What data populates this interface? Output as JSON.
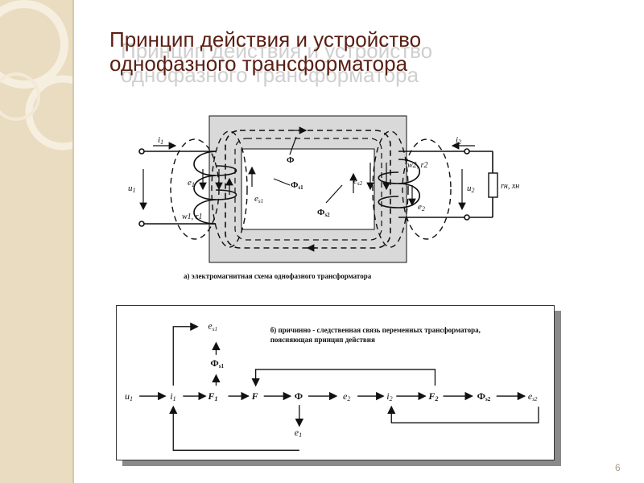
{
  "slide": {
    "title_line1": "Принцип действия и устройство",
    "title_line2": "однофазного трансформатора",
    "page_number": "6"
  },
  "diagram_a": {
    "caption": "а) электромагнитная схема однофазного трансформатора",
    "labels": {
      "i1": "i",
      "i1_sub": "1",
      "i2": "i",
      "i2_sub": "2",
      "u1": "u",
      "u1_sub": "1",
      "u2": "u",
      "u2_sub": "2",
      "e1": "e",
      "e1_sub": "1",
      "e2": "e",
      "e2_sub": "2",
      "es1": "e",
      "es1_sub": "s1",
      "es2": "e",
      "es2_sub": "s2",
      "phi": "Ф",
      "phis1": "Ф",
      "phis1_sub": "s1",
      "phis2": "Ф",
      "phis2_sub": "s2",
      "w1r1": "w1, r1",
      "w2r2": "w2, r2",
      "load": "rн, xн"
    }
  },
  "diagram_b": {
    "caption_line1": "б) причинно - следственная связь переменных трансформатора,",
    "caption_line2": "поясняющая принцип действия",
    "nodes": {
      "u1": "u",
      "u1_sub": "1",
      "i1": "i",
      "i1_sub": "1",
      "F1": "F",
      "F1_sub": "1",
      "F": "F",
      "phi": "Ф",
      "e2": "e",
      "e2_sub": "2",
      "i2": "i",
      "i2_sub": "2",
      "F2": "F",
      "F2_sub": "2",
      "phis2": "Ф",
      "phis2_sub": "s2",
      "es2": "e",
      "es2_sub": "s2",
      "phis1": "Ф",
      "phis1_sub": "s1",
      "es1": "e",
      "es1_sub": "s1",
      "e1": "e",
      "e1_sub": "1"
    }
  },
  "colors": {
    "title": "#5a1e12",
    "sidebar": "#e9dcc0",
    "core": "#d9d9d9"
  }
}
